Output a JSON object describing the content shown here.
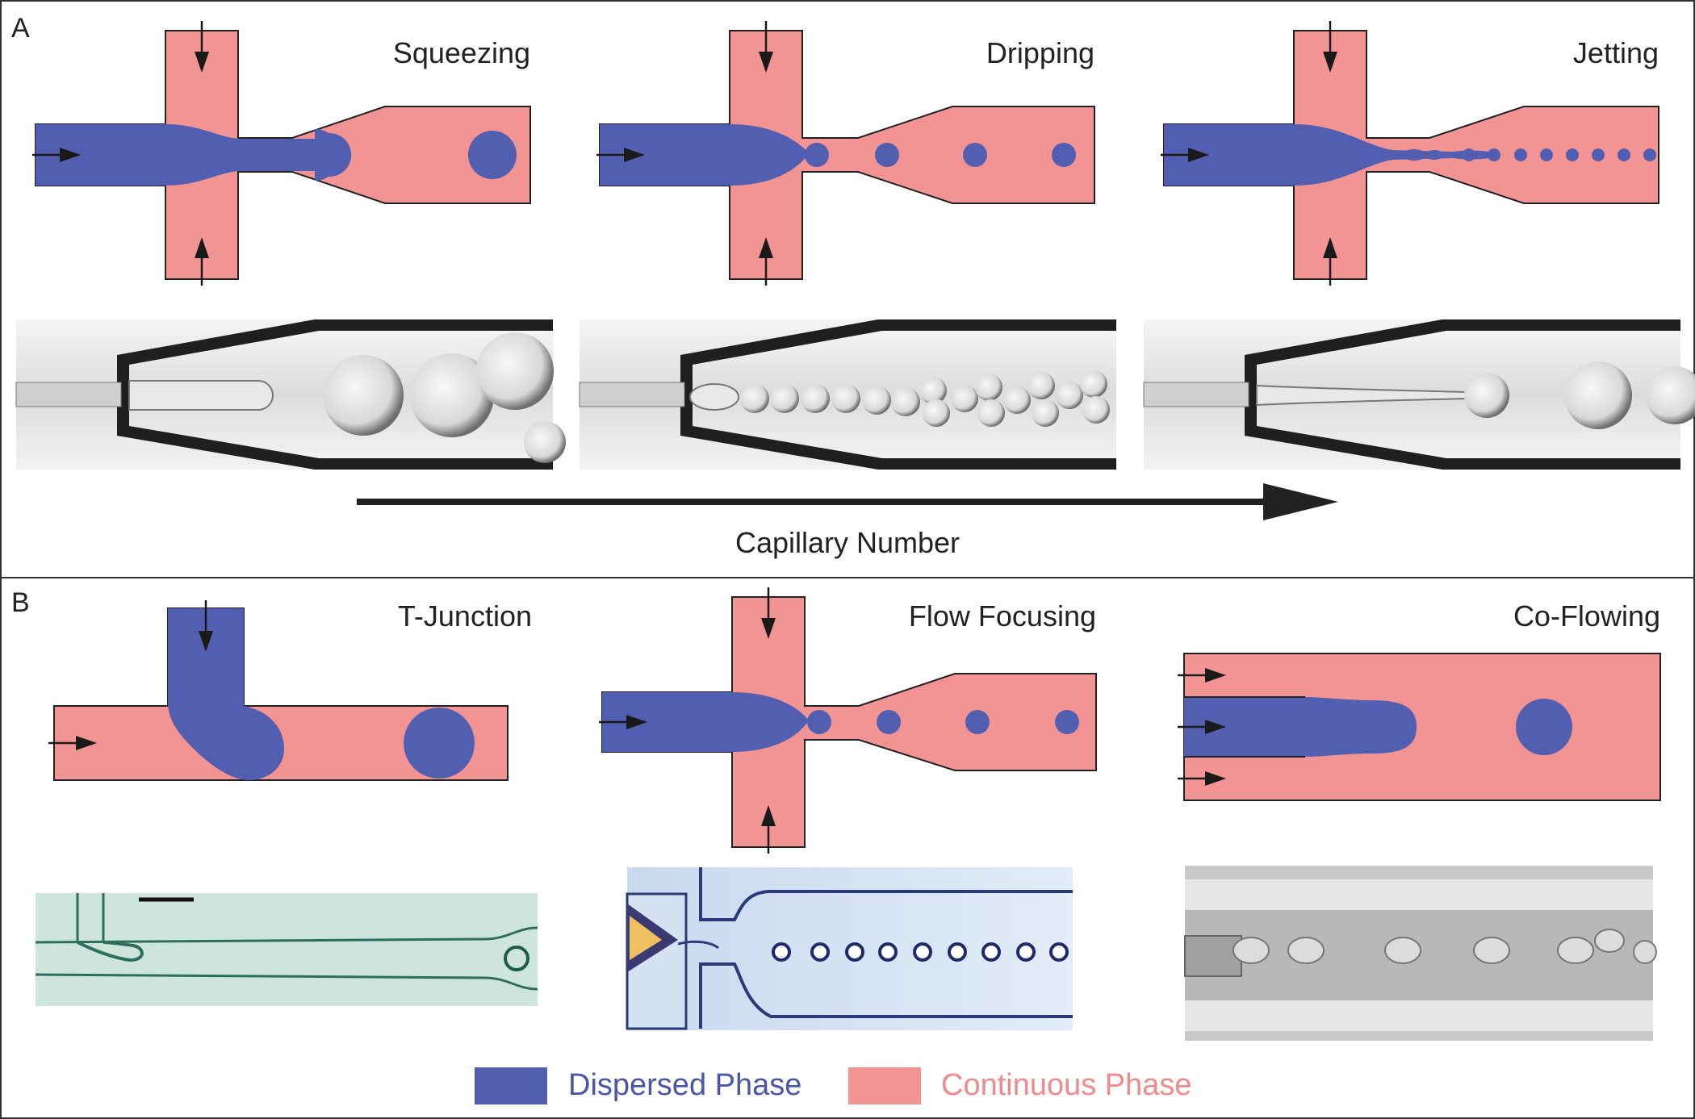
{
  "colors": {
    "dispersed": "#525fb0",
    "continuous": "#f29394",
    "outline": "#222222",
    "arrow": "#1a1a1a",
    "legend_dispersed_text": "#4a56a8",
    "legend_continuous_text": "#f08a8d"
  },
  "panel_a": {
    "letter": "A",
    "regimes": [
      {
        "label": "Squeezing"
      },
      {
        "label": "Dripping"
      },
      {
        "label": "Jetting"
      }
    ],
    "axis_label": "Capillary Number"
  },
  "panel_b": {
    "letter": "B",
    "geometries": [
      {
        "label": "T-Junction"
      },
      {
        "label": "Flow Focusing"
      },
      {
        "label": "Co-Flowing"
      }
    ]
  },
  "legend": {
    "dispersed_label": "Dispersed Phase",
    "continuous_label": "Continuous Phase"
  }
}
